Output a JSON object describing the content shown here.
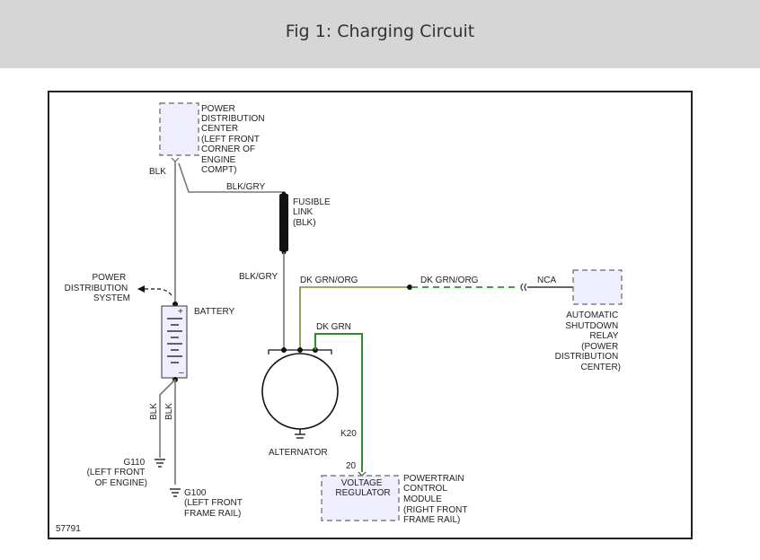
{
  "header": {
    "title": "Fig 1: Charging Circuit"
  },
  "diagram": {
    "figure_number": "57791",
    "colors": {
      "wire_gray": "#777777",
      "wire_olive": "#7a8a3a",
      "wire_green": "#2e8b2e",
      "box_fill": "#eeeeff",
      "outline": "#222222"
    },
    "labels": {
      "pdc": [
        "POWER",
        "DISTRIBUTION",
        "CENTER",
        "(LEFT FRONT",
        "CORNER OF",
        "ENGINE",
        "COMPT)"
      ],
      "blk_top": "BLK",
      "blk_gry_top": "BLK/GRY",
      "fusible_link": [
        "FUSIBLE",
        "LINK",
        "(BLK)"
      ],
      "blk_gry_left": "BLK/GRY",
      "dk_grn_org_left": "DK GRN/ORG",
      "dk_grn_org_right": "DK GRN/ORG",
      "nca": "NCA",
      "asd_relay": [
        "AUTOMATIC",
        "SHUTDOWN",
        "RELAY",
        "(POWER",
        "DISTRIBUTION",
        "CENTER)"
      ],
      "power_dist_system": [
        "POWER",
        "DISTRIBUTION",
        "SYSTEM"
      ],
      "battery": "BATTERY",
      "battery_plus": "+",
      "battery_minus": "–",
      "dk_grn": "DK GRN",
      "alternator": "ALTERNATOR",
      "blk_left": "BLK",
      "blk_right": "BLK",
      "g110": [
        "G110",
        "(LEFT FRONT",
        "OF ENGINE)"
      ],
      "g100": [
        "G100",
        "(LEFT FRONT",
        "FRAME RAIL)"
      ],
      "k20": "K20",
      "pin20": "20",
      "voltage_regulator": [
        "VOLTAGE",
        "REGULATOR"
      ],
      "pcm": [
        "POWERTRAIN",
        "CONTROL",
        "MODULE",
        "(RIGHT FRONT",
        "FRAME RAIL)"
      ]
    }
  }
}
